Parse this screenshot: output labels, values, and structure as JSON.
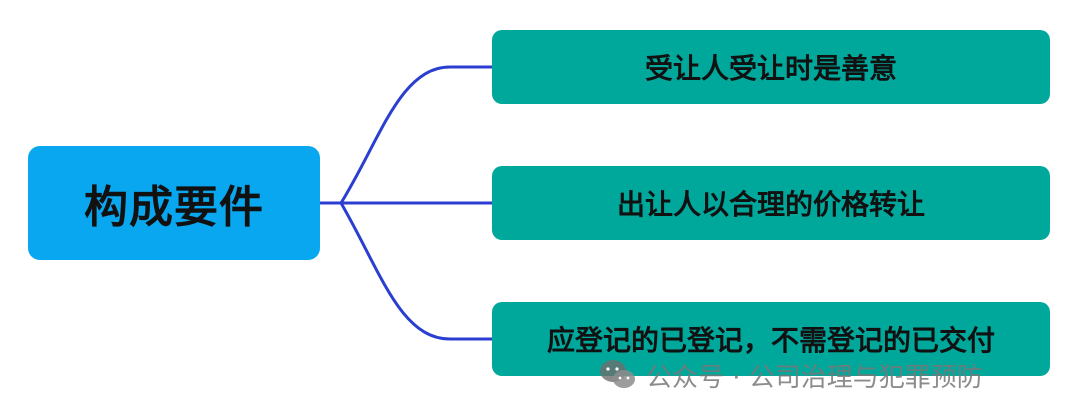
{
  "diagram": {
    "type": "mind-map",
    "root": {
      "label": "构成要件",
      "color": "#08a7ef"
    },
    "children": [
      {
        "label": "受让人受让时是善意",
        "color": "#00a89c"
      },
      {
        "label": "出让人以合理的价格转让",
        "color": "#00a89c"
      },
      {
        "label": "应登记的已登记，不需登记的已交付",
        "color": "#00a89c"
      }
    ],
    "connector_color": "#2a3fd0"
  },
  "watermark": {
    "icon": "wechat-icon",
    "text": "公众号 · 公司治理与犯罪预防"
  }
}
